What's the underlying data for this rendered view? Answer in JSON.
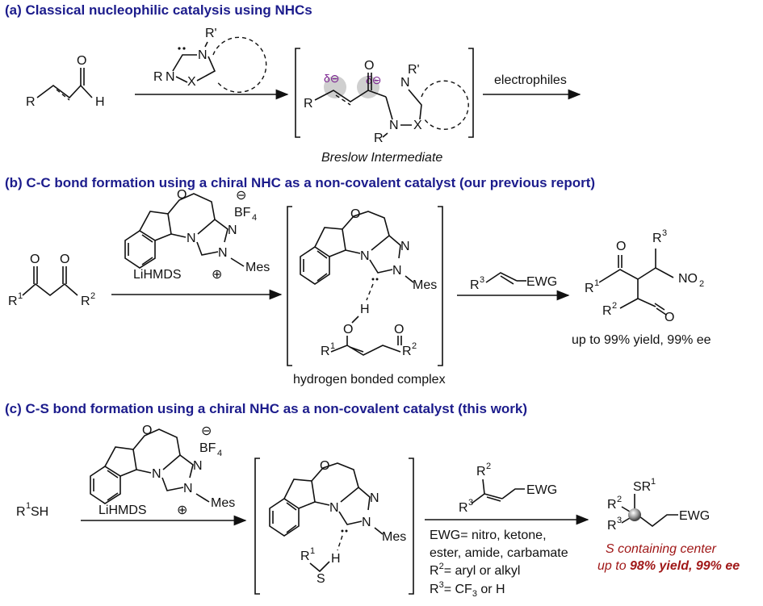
{
  "headers": {
    "a": "(a) Classical nucleophilic catalysis using NHCs",
    "b": "(b) C-C bond formation using a chiral NHC as a non-covalent catalyst (our previous report)",
    "c": "(c) C-S bond formation using a chiral NHC as a non-covalent catalyst (this work)"
  },
  "section_a": {
    "aldehyde_r": "R",
    "aldehyde_o": "O",
    "aldehyde_h": "H",
    "nhc_r": "R",
    "nhc_n1": "N",
    "nhc_n2": "N",
    "nhc_rprime": "R'",
    "nhc_x": "X",
    "intermediate_r": "R",
    "delta1": "δ⊖",
    "delta2": "δ⊖",
    "int_o": "O",
    "int_rprime": "R'",
    "int_n1": "N",
    "int_n2": "N",
    "int_x": "X",
    "int_r2": "R",
    "breslow_label": "Breslow Intermediate",
    "electrophiles": "electrophiles"
  },
  "section_b": {
    "r1": "R",
    "r1_sup": "1",
    "r2": "R",
    "r2_sup": "2",
    "o1": "O",
    "o2": "O",
    "cat_o": "O",
    "cat_n1": "N",
    "cat_n2": "N",
    "cat_n3": "N",
    "cat_bf4": "BF",
    "cat_bf4_sub": "4",
    "cat_mes": "Mes",
    "cat_minus": "⊖",
    "cat_plus": "⊕",
    "base": "LiHMDS",
    "cx_o": "O",
    "cx_n1": "N",
    "cx_n2": "N",
    "cx_n3": "N",
    "cx_mes": "Mes",
    "cx_h": "H",
    "cx_o2": "O",
    "cx_o3": "O",
    "cx_r1": "R",
    "cx_r1_sup": "1",
    "cx_r2": "R",
    "cx_r2_sup": "2",
    "complex_label": "hydrogen bonded complex",
    "reagent_r3": "R",
    "reagent_r3_sup": "3",
    "reagent_ewg": "EWG",
    "prod_o1": "O",
    "prod_r1": "R",
    "prod_r1_sup": "1",
    "prod_r3": "R",
    "prod_r3_sup": "3",
    "prod_no2": "NO",
    "prod_no2_sub": "2",
    "prod_r2": "R",
    "prod_r2_sup": "2",
    "prod_o2": "O",
    "yield": "up to 99% yield, 99% ee"
  },
  "section_c": {
    "thiol": "R",
    "thiol_sup": "1",
    "thiol_sh": "SH",
    "cat_o": "O",
    "cat_n1": "N",
    "cat_n2": "N",
    "cat_n3": "N",
    "cat_bf4": "BF",
    "cat_bf4_sub": "4",
    "cat_mes": "Mes",
    "cat_minus": "⊖",
    "cat_plus": "⊕",
    "base": "LiHMDS",
    "cx_o": "O",
    "cx_n1": "N",
    "cx_n2": "N",
    "cx_n3": "N",
    "cx_mes": "Mes",
    "cx_r": "R",
    "cx_r_sup": "1",
    "cx_s": "S",
    "cx_h": "H",
    "reagent_r2": "R",
    "reagent_r2_sup": "2",
    "reagent_r3": "R",
    "reagent_r3_sup": "3",
    "reagent_ewg": "EWG",
    "cond1": "EWG= nitro, ketone,",
    "cond2": "ester, amide, carbamate",
    "cond3_a": "R",
    "cond3_sup": "2",
    "cond3_b": "= aryl or alkyl",
    "cond4_a": "R",
    "cond4_sup": "3",
    "cond4_b": "= CF",
    "cond4_sub": "3",
    "cond4_c": " or H",
    "prod_sr": "SR",
    "prod_sr_sup": "1",
    "prod_r2": "R",
    "prod_r2_sup": "2",
    "prod_r3": "R",
    "prod_r3_sup": "3",
    "prod_ewg": "EWG",
    "center_label": "S containing  center",
    "result_a": "up to ",
    "result_b": "98% yield, 99% ee"
  },
  "colors": {
    "header": "#1c1c8c",
    "highlight": "#a01818",
    "delta": "#7a2090",
    "sphere": "#cfcfcf"
  }
}
